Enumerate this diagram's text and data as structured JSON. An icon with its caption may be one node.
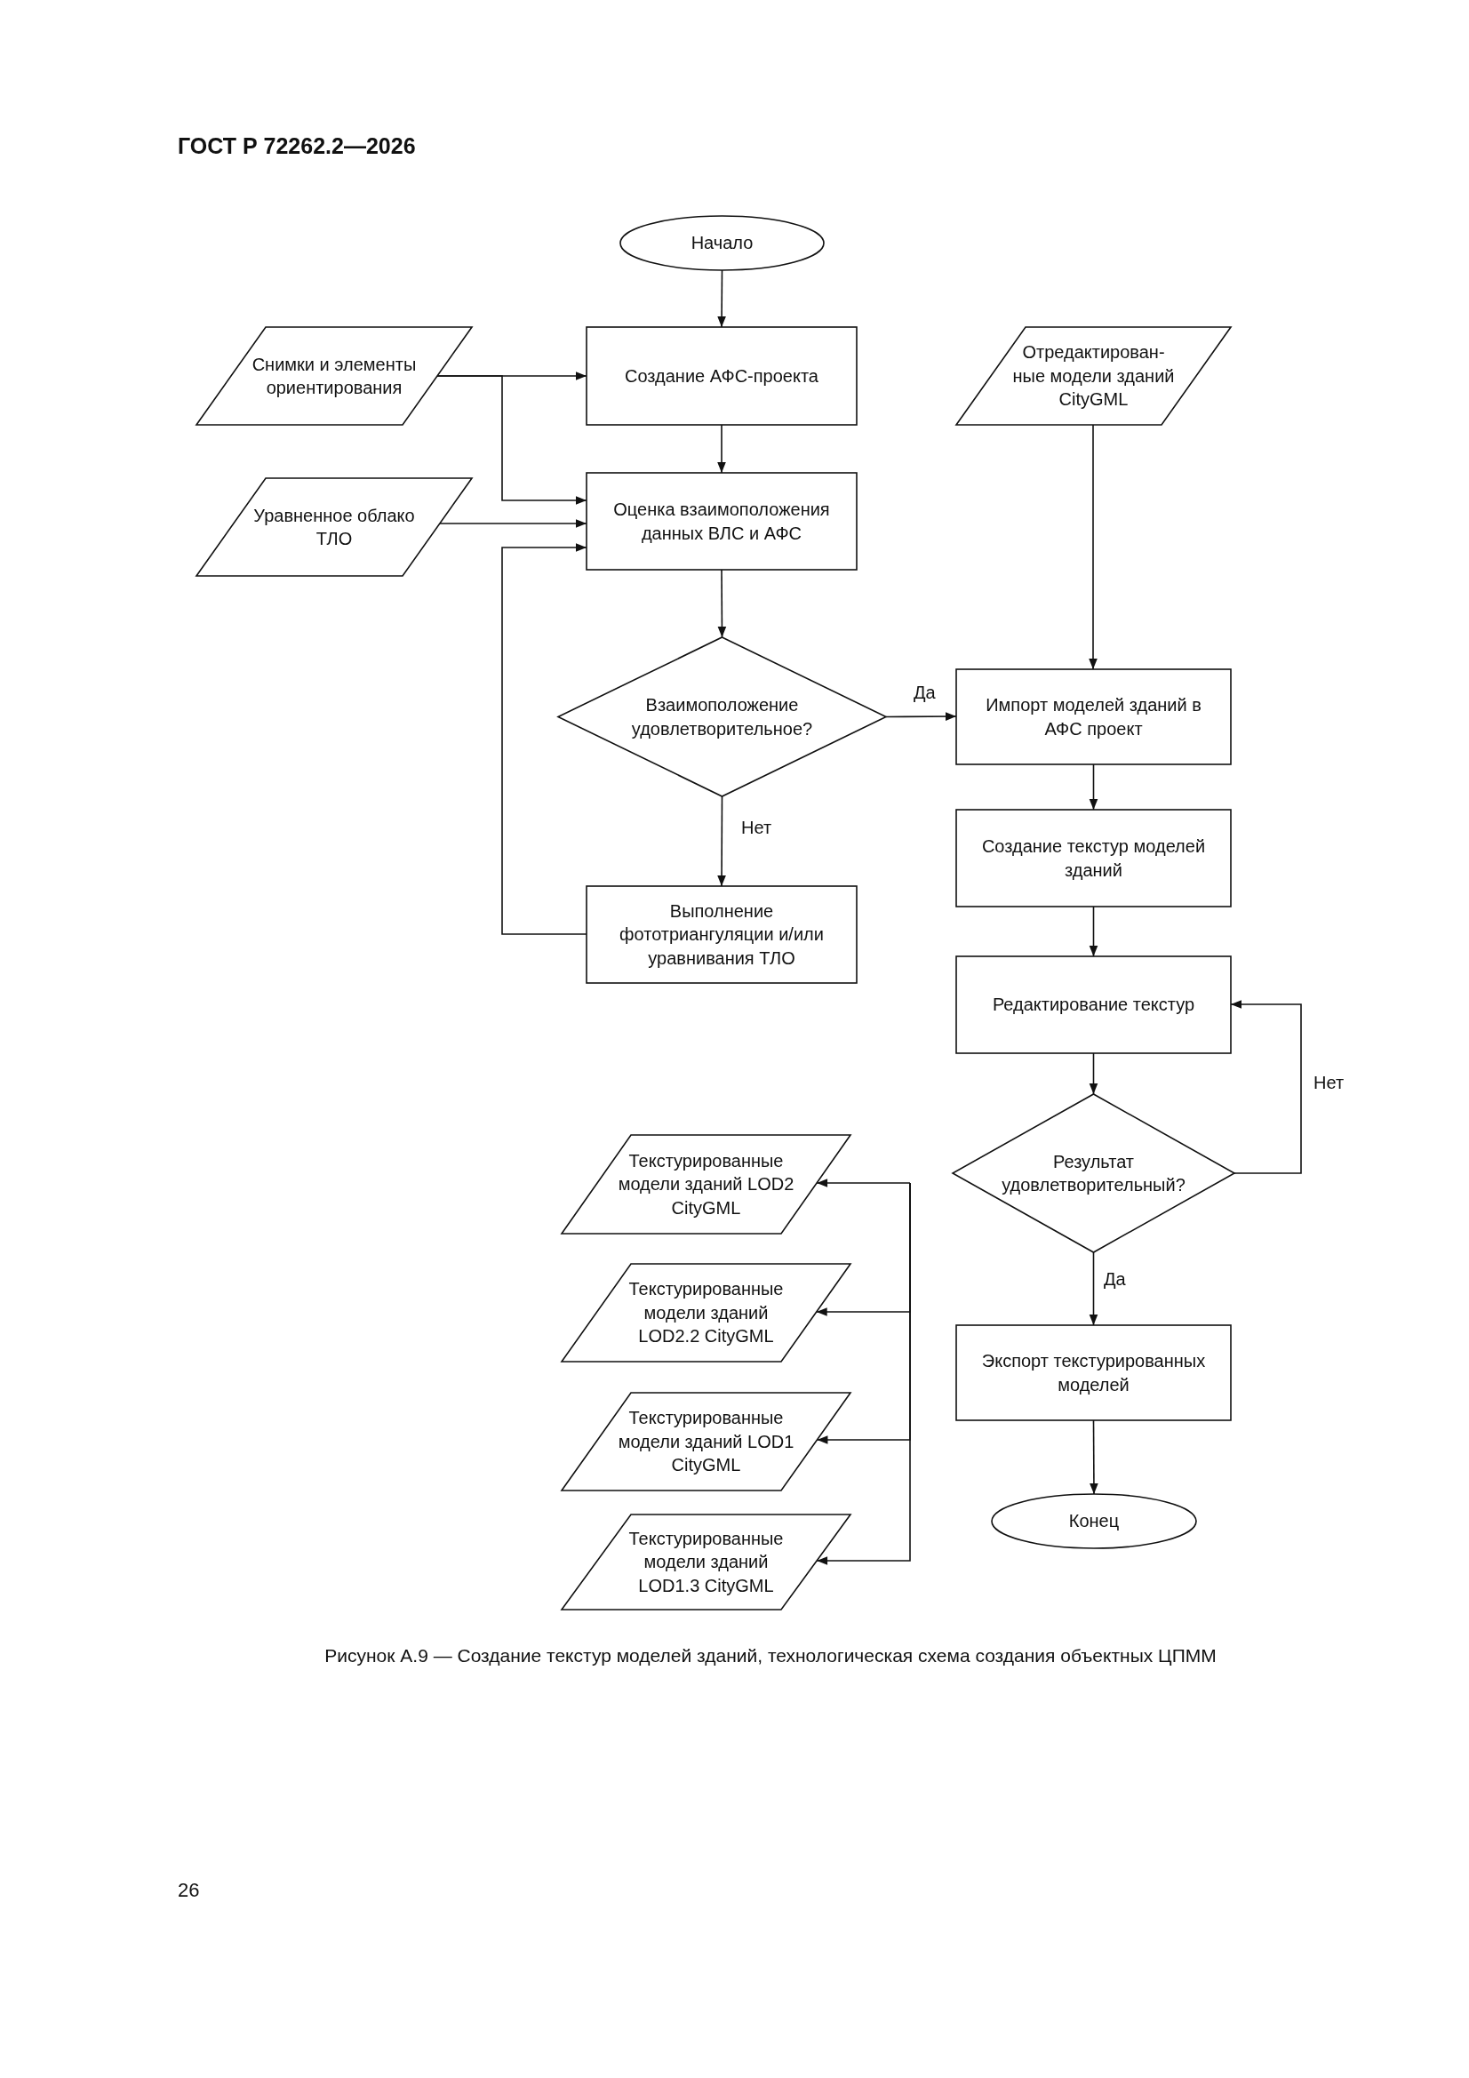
{
  "diagram": {
    "caption": "Рисунок А.9 — Создание текстур моделей зданий, технологическая схема создания объектных ЦПММ",
    "nodes": [
      {
        "text": [
          "Начало"
        ]
      },
      {
        "text": [
          "Снимки и элементы ориентирования"
        ]
      },
      {
        "text": [
          "Создание АФС-проекта"
        ]
      },
      {
        "text": [
          "Отредактирован- ные модели зданий CityGML"
        ]
      },
      {
        "text": [
          "Уравненное облако ТЛО"
        ]
      },
      {
        "text": [
          "Оценка взаимоположения данных ВЛС и АФС"
        ]
      },
      {
        "text": [
          "Взаимоположение удовлетворительное?"
        ]
      },
      {
        "text": [
          "Импорт моделей зданий в АФС проект"
        ]
      },
      {
        "text": [
          "Выполнение фототриангуляции и/или уравнивания ТЛО"
        ]
      },
      {
        "text": [
          "Создание текстур моделей зданий"
        ]
      },
      {
        "text": [
          "Редактирование текстур"
        ]
      },
      {
        "text": [
          "Результат удовлетворительный?"
        ]
      },
      {
        "text": [
          "Текстурированные модели зданий LOD2 CityGML"
        ]
      },
      {
        "text": [
          "Текстурированные модели зданий LOD2.2 CityGML"
        ]
      },
      {
        "text": [
          "Текстурированные модели зданий LOD1 CityGML"
        ]
      },
      {
        "text": [
          "Текстурированные модели зданий LOD1.3 CityGML"
        ]
      },
      {
        "text": [
          "Экспорт текстурированных моделей"
        ]
      },
      {
        "text": [
          "Конец"
        ]
      }
    ],
    "edges": [
      {
        "from": 0,
        "to": 2,
        "arrow": "to"
      },
      {
        "from": 1,
        "to": 2,
        "arrow": "to"
      },
      {
        "from": 1,
        "to": 5,
        "arrow": "to"
      },
      {
        "from": 2,
        "to": 5,
        "arrow": "to"
      },
      {
        "from": 4,
        "to": 5,
        "arrow": "to"
      },
      {
        "from": 8,
        "to": 5,
        "arrow": "to"
      },
      {
        "from": 5,
        "to": 6,
        "arrow": "to"
      },
      {
        "from": 6,
        "to": 7,
        "arrow": "to",
        "label": "Да"
      },
      {
        "from": 6,
        "to": 8,
        "arrow": "to",
        "label": "Нет"
      },
      {
        "from": 3,
        "to": 7,
        "arrow": "to"
      },
      {
        "from": 7,
        "to": 9,
        "arrow": "to"
      },
      {
        "from": 9,
        "to": 10,
        "arrow": "to"
      },
      {
        "from": 10,
        "to": 11,
        "arrow": "to"
      },
      {
        "from": 11,
        "to": 10,
        "arrow": "to",
        "label": "Нет"
      },
      {
        "from": 11,
        "to": 16,
        "arrow": "to",
        "label": "Да"
      },
      {
        "from": 16,
        "to": 17,
        "arrow": "to"
      },
      {
        "from": null,
        "to": 12,
        "arrow": "to"
      },
      {
        "from": null,
        "to": 13,
        "arrow": "to"
      },
      {
        "from": null,
        "to": 14,
        "arrow": "to"
      },
      {
        "from": null,
        "to": 15,
        "arrow": "to"
      }
    ],
    "labels": [
      "ГОСТ Р 72262.2—2026",
      "26"
    ]
  }
}
